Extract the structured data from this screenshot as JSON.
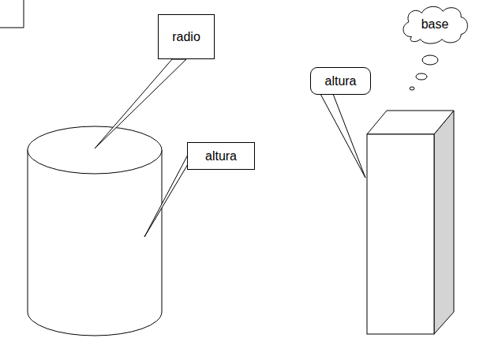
{
  "diagram": {
    "nodes": [
      {
        "text": [
          "radio"
        ]
      },
      {
        "text": [
          "altura"
        ]
      },
      {
        "text": [
          "altura"
        ]
      },
      {
        "text": [
          "base"
        ]
      }
    ]
  }
}
